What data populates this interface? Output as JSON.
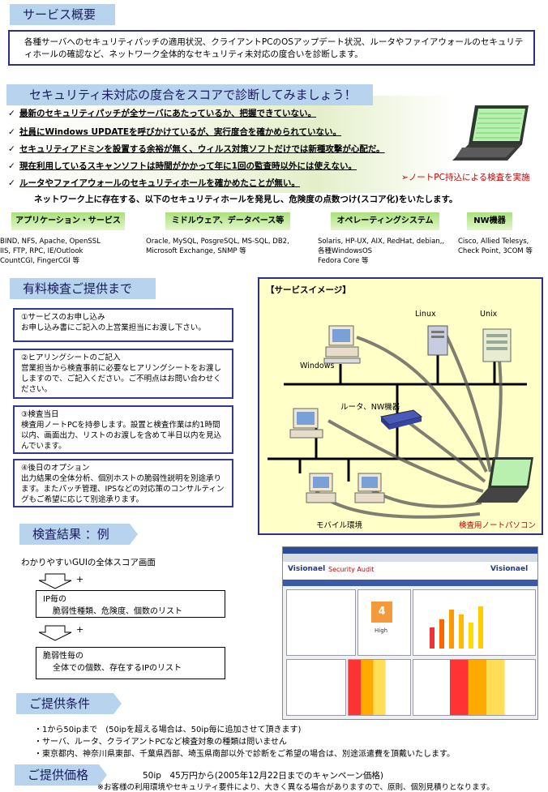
{
  "overview": {
    "heading": "サービス概要",
    "text": "各種サーバへのセキュリティパッチの適用状況、クライアントPCのOSアップデート状況、ルータやファイアウォールのセキュリティホールの確認など、ネットワーク全体的なセキュリティ未対応の度合いを診断します。"
  },
  "score": {
    "heading": "セキュリティ未対応の度合をスコアで診断してみましょう！",
    "checks": [
      "最新のセキュリティパッチが全サーバにあたっているか、把握できていない。",
      "社員にWindows UPDATEを呼びかけているが、実行度合を確かめられていない。",
      "セキュリティアドミンを設置する余裕が無く、ウィルス対策ソフトだけでは新種攻撃が心配だ。",
      "現在利用しているスキャンソフトは時間がかかって年に1回の監査時以外には使えない。",
      "ルータやファイアウォールのセキュリティホールを確かめたことが無い。"
    ],
    "laptop_note": "ノートPC持込による検査を実施",
    "summary": "ネットワーク上に存在する、以下のセキュリティホールを発見し、危険度の点数つけ(スコア化)をいたします。"
  },
  "categories": [
    {
      "label": "アプリケーション・サービス",
      "items": "BIND, NFS, Apache, OpenSSL\nIIS, FTP, RPC, IE/Outlook\nCountCGI, FingerCGI 等"
    },
    {
      "label": "ミドルウェア、データベース等",
      "items": "Oracle, MySQL, PosgreSQL, MS-SQL, DB2,\nMicrosoft Exchange, SNMP 等"
    },
    {
      "label": "オペレーティングシステム",
      "items": "Solaris, HP-UX, AIX, RedHat, debian,,\n各種WindowsOS\nFedora Core 等"
    },
    {
      "label": "NW機器",
      "items": "Cisco, Allied Telesys,\nCheck Point, 3COM 等"
    }
  ],
  "paid": {
    "heading": "有料検査ご提供まで",
    "steps": [
      {
        "title": "①サービスのお申し込み",
        "body": "お申し込み書にご記入の上営業担当にお渡し下さい。"
      },
      {
        "title": "②ヒアリングシートのご記入",
        "body": "営業担当から検査事前に必要なヒアリングシートをお渡ししますので、ご記入ください。ご不明点はお問い合わせください。"
      },
      {
        "title": "③検査当日",
        "body": "検査用ノートPCを持参します。設置と検査作業は約1時間以内、画面出力、リストのお渡しを含めて半日以内を見込んでいます。"
      },
      {
        "title": "④後日のオプション",
        "body": "出力結果の全体分析、個別ホストの脆弱性説明を別途承ります。またパッチ管理、IPSなどの対応策のコンサルティングもご希望に応じて別途承ります。"
      }
    ]
  },
  "service_image": {
    "title": "【サービスイメージ】",
    "labels": {
      "linux": "Linux",
      "unix": "Unix",
      "windows": "Windows",
      "router": "ルータ、NW機器",
      "mobile": "モバイル環境",
      "laptop": "検査用ノートパソコン"
    }
  },
  "results": {
    "heading": "検査結果 ：例",
    "caption": "わかりやすいGUIの全体スコア画面",
    "plus": "+",
    "box1_line1": "IP毎の",
    "box1_line2": "脆弱性種類、危険度、個数のリスト",
    "box2_line1": "脆弱性毎の",
    "box2_line2": "全体での個数、存在するIPのリスト",
    "screenshot": {
      "brand": "Visionael",
      "product": "Security Audit",
      "score": "4",
      "score_label": "High"
    }
  },
  "conditions": {
    "heading": "ご提供条件",
    "lines": [
      "・1から50ipまで　(50ipを超える場合は、50ip毎に追加させて頂きます)",
      "・サーバ、ルータ、クライアントPCなど検査対象の種類は問いません",
      "・東京都内、神奈川県東部、千葉県西部、埼玉県南部以外で診断をご希望の場合は、別途派遣費を頂戴いたします。"
    ]
  },
  "price": {
    "heading": "ご提供価格",
    "main": "50ip　45万円から(2005年12月22日までのキャンペーン価格)",
    "note": "※お客様の利用環境やセキュリティ要件により、大きく異なる場合がありますので、原則、個別見積りとなります。"
  },
  "colors": {
    "tab": "#b7d3ee",
    "navy": "#2c2f86",
    "green": "#a9e07a",
    "red": "#cc0000",
    "panel": "#ffffc8"
  }
}
